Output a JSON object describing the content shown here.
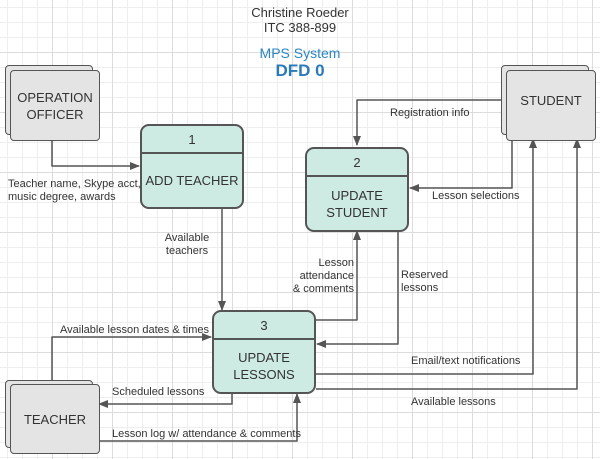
{
  "header": {
    "author": "Christine Roeder",
    "course": "ITC 388-899",
    "system": "MPS System",
    "diagram": "DFD 0"
  },
  "colors": {
    "process_fill": "#cdeae3",
    "entity_fill": "#e4e4e4",
    "stroke": "#555555",
    "title_blue": "#2a7ab8"
  },
  "entities": {
    "operation_officer": "OPERATION OFFICER",
    "student": "STUDENT",
    "teacher": "TEACHER"
  },
  "processes": [
    {
      "number": "1",
      "name": "ADD TEACHER"
    },
    {
      "number": "2",
      "name": "UPDATE STUDENT"
    },
    {
      "number": "3",
      "name": "UPDATE LESSONS"
    }
  ],
  "flows": {
    "teacher_info_1": "Teacher name, Skype acct,",
    "teacher_info_2": "music degree, awards",
    "available_teachers_1": "Available",
    "available_teachers_2": "teachers",
    "registration_info": "Registration info",
    "lesson_selections": "Lesson selections",
    "attendance_1": "Lesson",
    "attendance_2": "attendance",
    "attendance_3": "& comments",
    "reserved_1": "Reserved",
    "reserved_2": "lessons",
    "available_dates": "Available lesson dates & times",
    "scheduled_lessons": "Scheduled lessons",
    "lesson_log": "Lesson log w/ attendance & comments",
    "notifications": "Email/text notifications",
    "available_lessons": "Available lessons"
  }
}
